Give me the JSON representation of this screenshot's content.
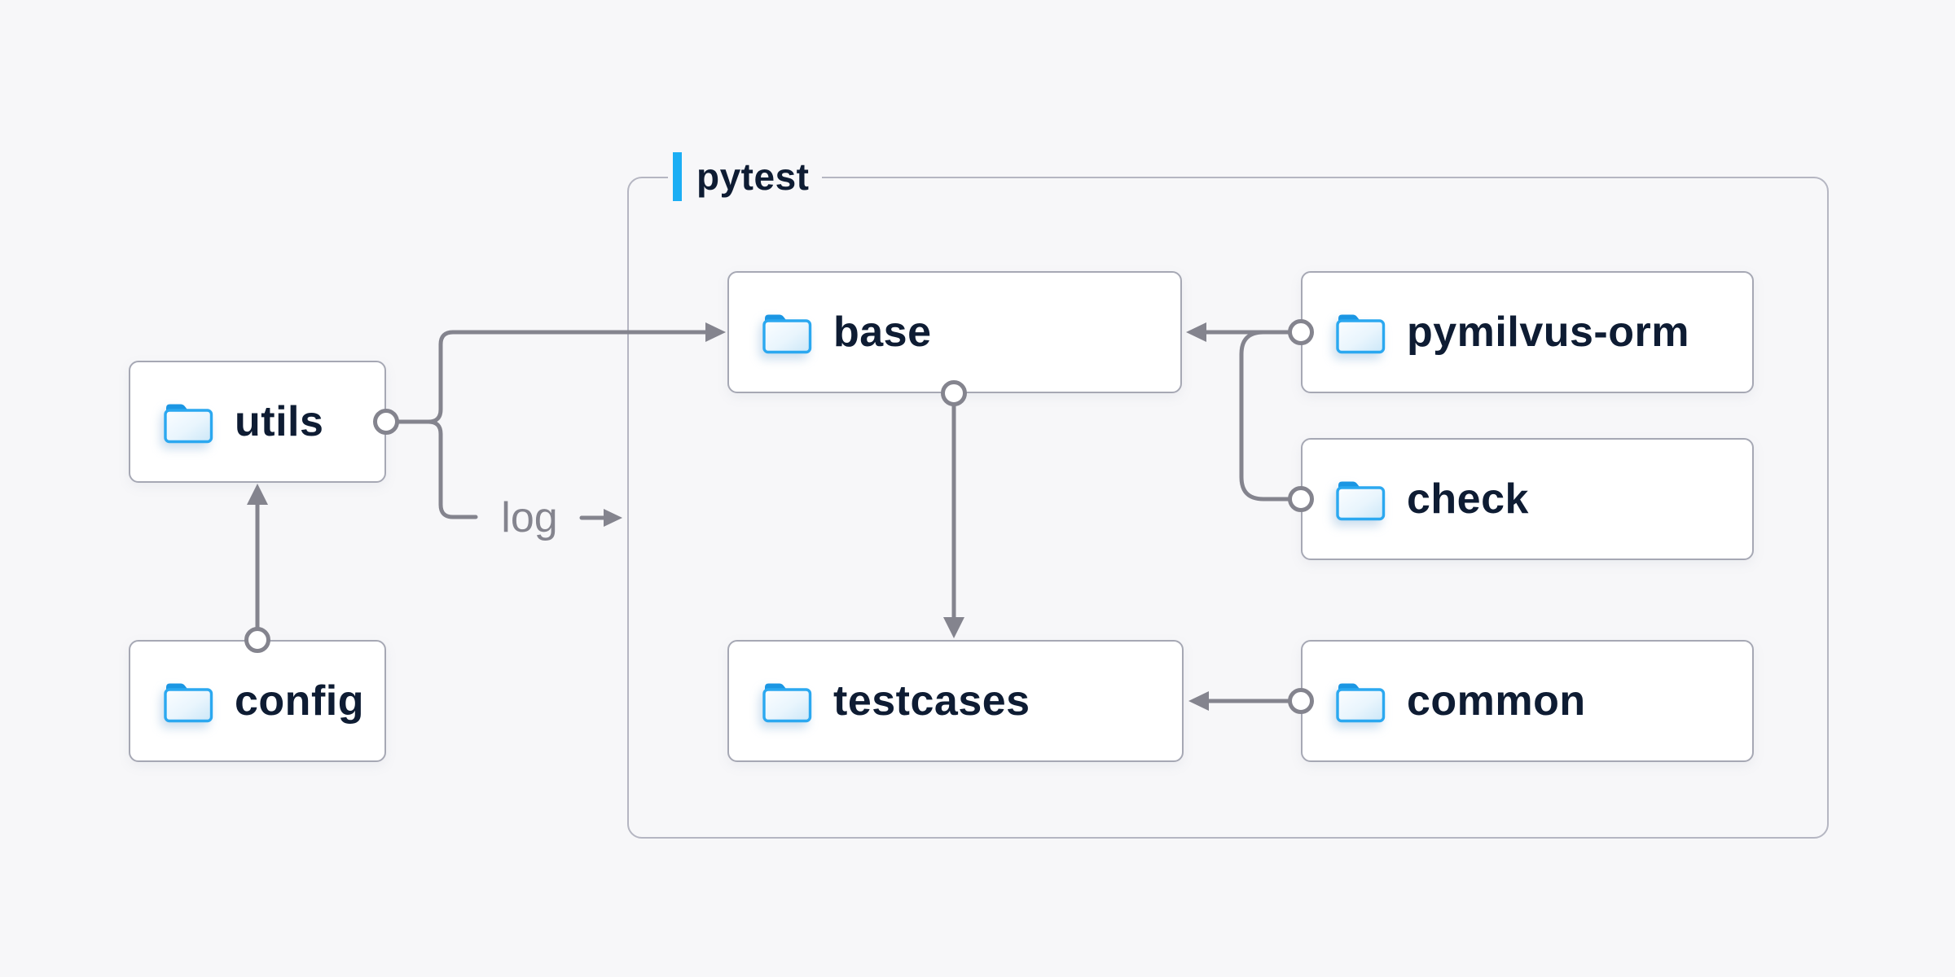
{
  "diagram": {
    "type": "folder-dependency-diagram",
    "background_color": "#f7f7f9",
    "accent_color": "#1caef4",
    "line_color": "#84848e",
    "text_color": "#0e1c33",
    "muted_text_color": "#84848e",
    "node_fill": "#ffffff",
    "node_border_color": "#a6a8b4",
    "container_border_color": "#b5b6c2",
    "folder_icon": {
      "name": "folder-icon",
      "outline_color": "#2ba8f0",
      "tab_color": "#1b96e3",
      "fill_gradient": [
        "#fbfdff",
        "#e9f5fd",
        "#cbe7f8"
      ]
    },
    "container": {
      "label": "pytest"
    },
    "nodes": {
      "utils": {
        "label": "utils"
      },
      "config": {
        "label": "config"
      },
      "base": {
        "label": "base"
      },
      "pymilvus_orm": {
        "label": "pymilvus-orm"
      },
      "check": {
        "label": "check"
      },
      "testcases": {
        "label": "testcases"
      },
      "common": {
        "label": "common"
      }
    },
    "log_label": "log",
    "edges": [
      {
        "from": "config",
        "to": "utils"
      },
      {
        "from": "utils",
        "to": "base"
      },
      {
        "from": "utils",
        "to": "pytest-container",
        "label": "log"
      },
      {
        "from": "base",
        "to": "testcases"
      },
      {
        "from": "pymilvus-orm",
        "to": "base"
      },
      {
        "from": "check",
        "to": "base"
      },
      {
        "from": "common",
        "to": "testcases"
      }
    ]
  }
}
